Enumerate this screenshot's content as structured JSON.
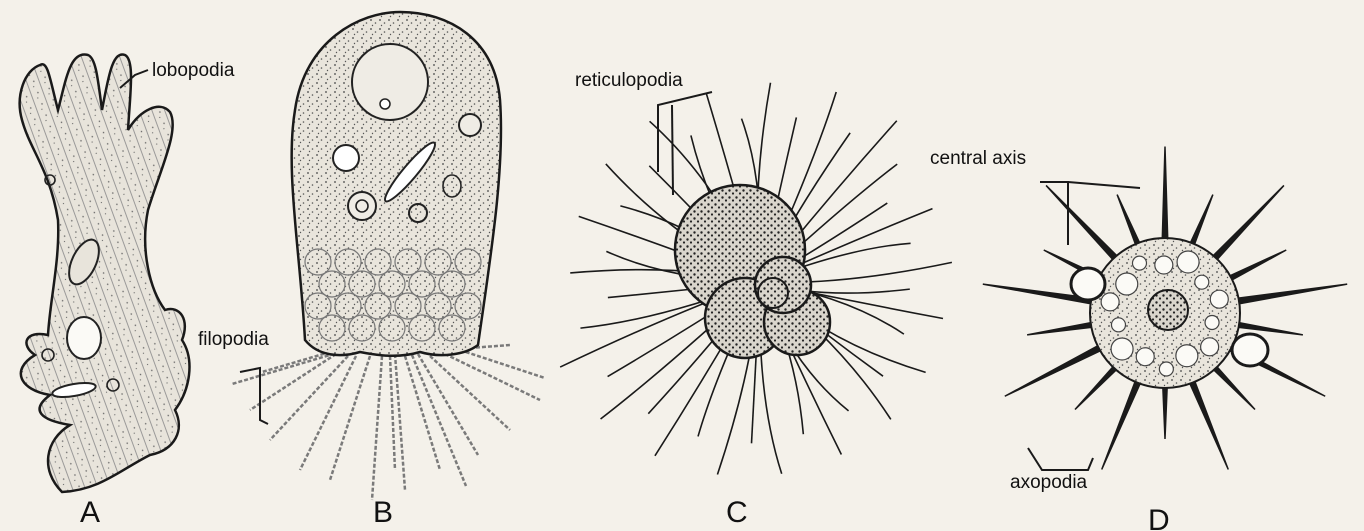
{
  "figure": {
    "panels": [
      {
        "letter": "A",
        "label": "lobopodia"
      },
      {
        "letter": "B",
        "label": "filopodia"
      },
      {
        "letter": "C",
        "label": "reticulopodia"
      },
      {
        "letter": "D",
        "labels": [
          "central axis",
          "axopodia"
        ]
      }
    ]
  }
}
